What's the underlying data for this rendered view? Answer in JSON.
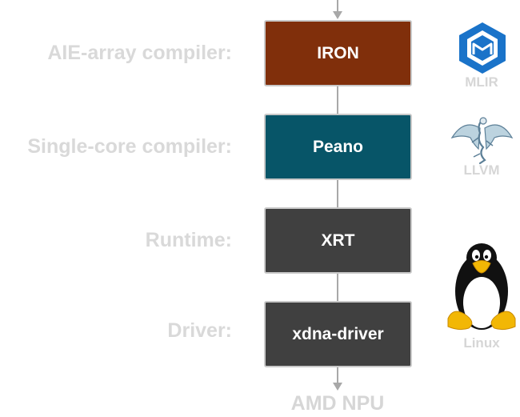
{
  "rows": [
    {
      "label": "AIE-array compiler:",
      "component": "IRON",
      "color": "#802f0b"
    },
    {
      "label": "Single-core compiler:",
      "component": "Peano",
      "color": "#075568"
    },
    {
      "label": "Runtime:",
      "component": "XRT",
      "color": "#404040"
    },
    {
      "label": "Driver:",
      "component": "xdna-driver",
      "color": "#404040"
    }
  ],
  "logos": [
    {
      "icon": "mlir-logo",
      "caption": "MLIR"
    },
    {
      "icon": "llvm-dragon-logo",
      "caption": "LLVM"
    },
    {
      "icon": "linux-tux-logo",
      "caption": "Linux"
    }
  ],
  "target": "AMD NPU"
}
